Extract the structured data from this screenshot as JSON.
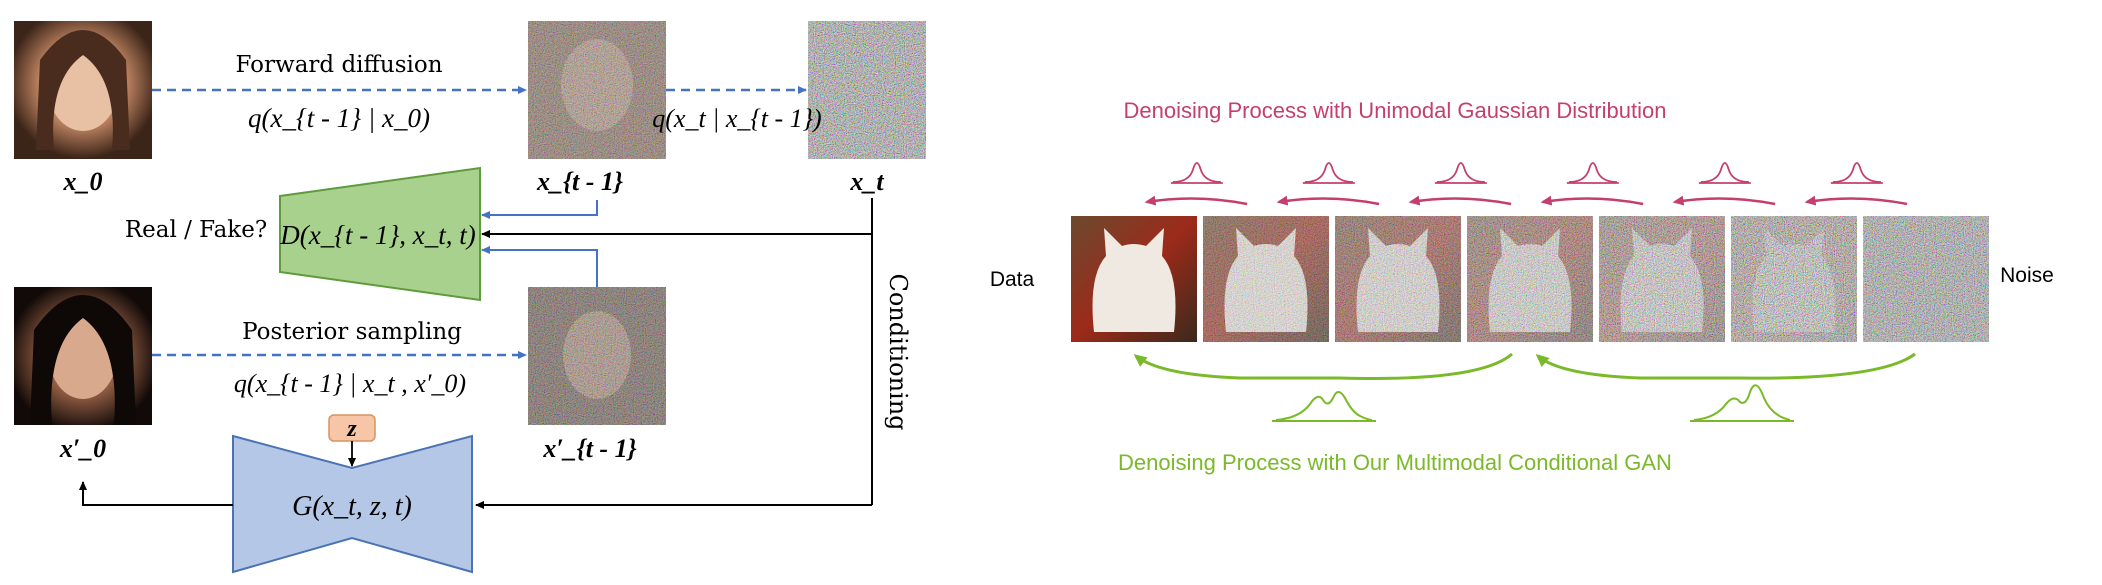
{
  "left_diagram": {
    "forward_label": "Forward diffusion",
    "forward_eq": "q(x_{t - 1} | x_0)",
    "step_eq": "q(x_t | x_{t - 1})",
    "posterior_label": "Posterior sampling",
    "posterior_eq": "q(x_{t - 1} | x_t , x′_0)",
    "discriminator_question": "Real / Fake?",
    "discriminator_eq": "D(x_{t - 1}, x_t, t)",
    "generator_eq": "G(x_t, z, t)",
    "conditioning_label": "Conditioning",
    "latent_label": "z",
    "node_labels": {
      "x0": "x_0",
      "xt_minus_1": "x_{t - 1}",
      "xt": "x_t",
      "x0_prime": "x′_0",
      "xt_minus_1_prime": "x′_{t - 1}"
    }
  },
  "right_diagram": {
    "top_title": "Denoising Process with Unimodal Gaussian Distribution",
    "bottom_title": "Denoising Process with Our Multimodal Conditional GAN",
    "data_label": "Data",
    "noise_label": "Noise",
    "num_frames": 7
  },
  "colors": {
    "magenta": "#c43f6f",
    "green": "#7ab929",
    "disc_fill": "#a8d18d",
    "disc_stroke": "#5e9b3c",
    "gen_fill": "#b4c7e7",
    "gen_stroke": "#4a73b3",
    "blue_arrow": "#4472c4"
  }
}
